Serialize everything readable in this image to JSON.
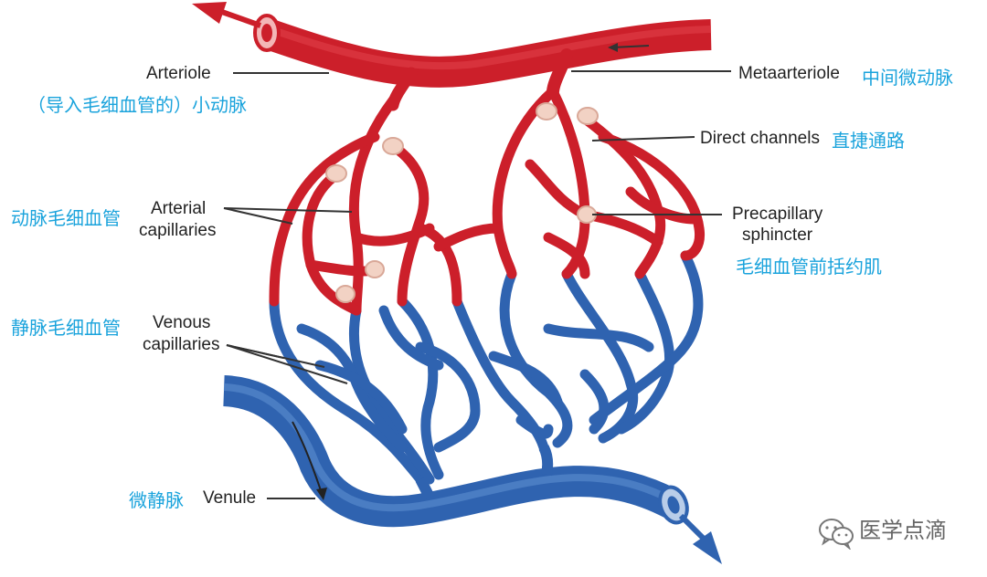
{
  "colors": {
    "arterial": "#cc1f2a",
    "arterial_light": "#e0404a",
    "venous": "#2f63b0",
    "venous_light": "#5e8fd0",
    "sphincter": "#f2d2c4",
    "leader": "#333333",
    "chinese_label": "#1aa3dc"
  },
  "labels": {
    "arteriole_en": "Arteriole",
    "arteriole_cn": "（导入毛细血管的）小动脉",
    "metaarteriole_en": "Metaarteriole",
    "metaarteriole_cn": "中间微动脉",
    "direct_channels_en": "Direct channels",
    "direct_channels_cn": "直捷通路",
    "arterial_capillaries_cn": "动脉毛细血管",
    "arterial_capillaries_en_1": "Arterial",
    "arterial_capillaries_en_2": "capillaries",
    "precapillary_en_1": "Precapillary",
    "precapillary_en_2": "sphincter",
    "precapillary_cn": "毛细血管前括约肌",
    "venous_capillaries_cn": "静脉毛细血管",
    "venous_capillaries_en_1": "Venous",
    "venous_capillaries_en_2": "capillaries",
    "venule_cn": "微静脉",
    "venule_en": "Venule"
  },
  "watermark": {
    "icon": "wechat-icon",
    "text": "医学点滴"
  }
}
